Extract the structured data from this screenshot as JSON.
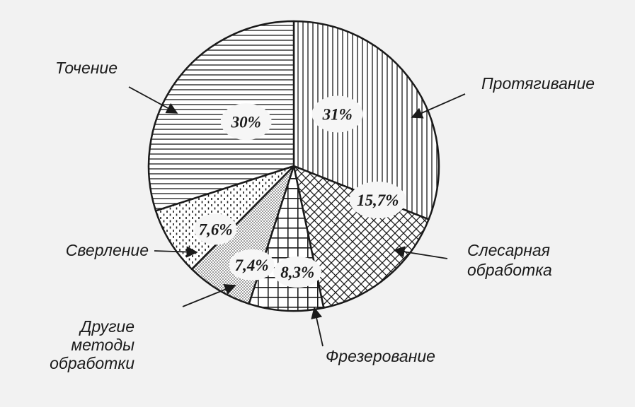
{
  "chart_data": {
    "type": "pie",
    "title": "",
    "slices": [
      {
        "label": "Протягивание",
        "value": 31,
        "value_label": "31%",
        "pattern": "vertical-lines"
      },
      {
        "label": [
          "Слесарная",
          "обработка"
        ],
        "value": 15.7,
        "value_label": "15,7%",
        "pattern": "crosshatch"
      },
      {
        "label": "Фрезерование",
        "value": 8.3,
        "value_label": "8,3%",
        "pattern": "grid"
      },
      {
        "label": [
          "Другие",
          "методы",
          "обработки"
        ],
        "value": 7.4,
        "value_label": "7,4%",
        "pattern": "fine-dots"
      },
      {
        "label": "Сверление",
        "value": 7.6,
        "value_label": "7,6%",
        "pattern": "dashes"
      },
      {
        "label": "Точение",
        "value": 30,
        "value_label": "30%",
        "pattern": "horizontal-lines"
      }
    ],
    "start_angle": "12 o'clock",
    "direction": "clockwise",
    "legend": "none",
    "colors": {
      "ink": "#1a1a1a",
      "paper": "#f2f2f2"
    }
  }
}
